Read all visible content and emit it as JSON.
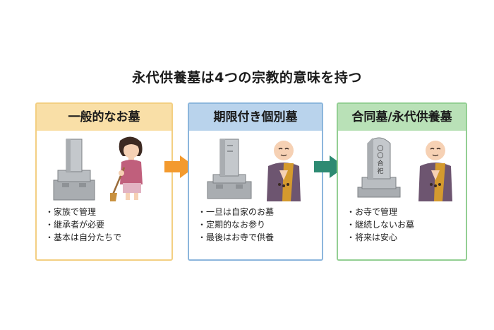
{
  "title": "永代供養墓は4つの宗教的意味を持つ",
  "colors": {
    "card1_border": "#f3cf82",
    "card1_header": "#f9dfa7",
    "card2_border": "#8cb6dc",
    "card2_header": "#b9d3ec",
    "card3_border": "#93cf93",
    "card3_header": "#b9e1b7",
    "arrow1": "#f39a2e",
    "arrow2": "#2d8a72"
  },
  "cards": [
    {
      "header": "一般的なお墓",
      "illustrations": [
        "gravestone-icon",
        "woman-sweeping-icon"
      ],
      "items": [
        "・家族で管理",
        "・継承者が必要",
        "・基本は自分たちで"
      ]
    },
    {
      "header": "期限付き個別墓",
      "illustrations": [
        "gravestone-icon",
        "praying-monk-icon"
      ],
      "items": [
        "・一旦は自家のお墓",
        "・定期的なお参り",
        "・最後はお寺で供養"
      ]
    },
    {
      "header": "合同墓/永代供養墓",
      "illustrations": [
        "memorial-stone-icon",
        "praying-monk-icon"
      ],
      "stone_text": [
        "〇",
        "〇",
        "合",
        "祀"
      ],
      "items": [
        "・お寺で管理",
        "・継続しないお墓",
        "・将来は安心"
      ]
    }
  ]
}
